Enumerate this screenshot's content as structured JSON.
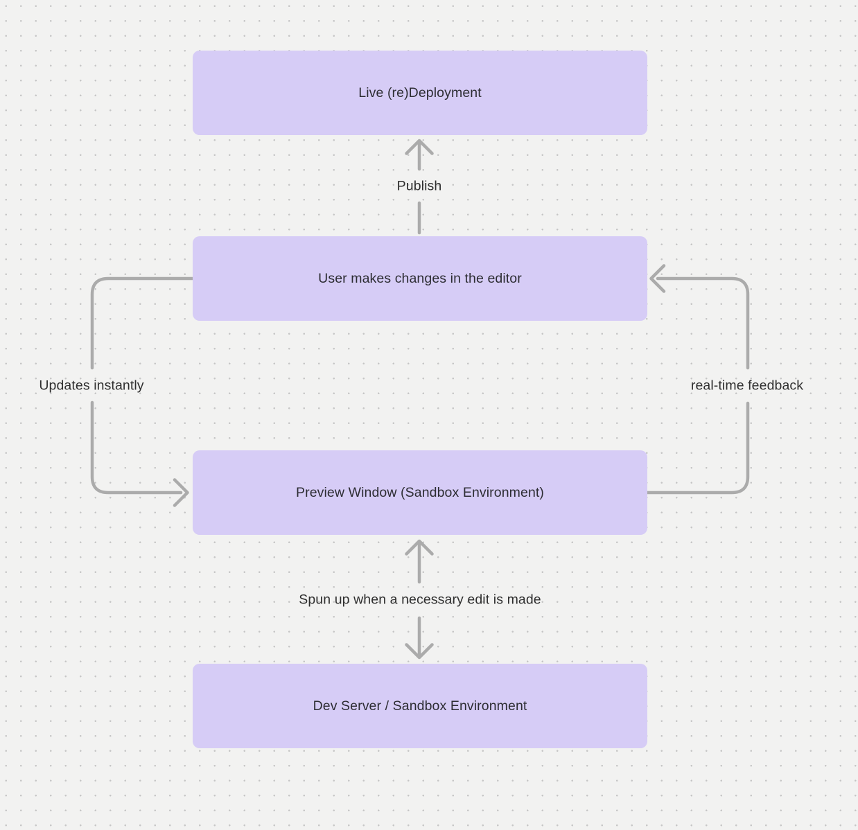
{
  "diagram": {
    "colors": {
      "background": "#f2f2f1",
      "grid_dot": "#c6c6c6",
      "node_fill": "#d6ccf6",
      "node_text": "#2d2d33",
      "arrow": "#ababab",
      "edge_label_text": "#2e2e2e"
    },
    "nodes": [
      {
        "id": "live-deployment",
        "label": "Live (re)Deployment"
      },
      {
        "id": "editor-changes",
        "label": "User makes changes in the editor"
      },
      {
        "id": "preview-window",
        "label": "Preview Window (Sandbox Environment)"
      },
      {
        "id": "dev-server",
        "label": "Dev Server / Sandbox Environment"
      }
    ],
    "edges": [
      {
        "id": "publish",
        "label": "Publish",
        "from": "editor-changes",
        "to": "live-deployment",
        "direction": "up"
      },
      {
        "id": "updates-instantly",
        "label": "Updates instantly",
        "from": "editor-changes",
        "to": "preview-window",
        "direction": "left-loop-down"
      },
      {
        "id": "real-time-feedback",
        "label": "real-time feedback",
        "from": "preview-window",
        "to": "editor-changes",
        "direction": "right-loop-up"
      },
      {
        "id": "spun-up",
        "label": "Spun up when a necessary edit is made",
        "from": "dev-server",
        "to": "preview-window",
        "direction": "bidirectional-vertical"
      }
    ]
  }
}
